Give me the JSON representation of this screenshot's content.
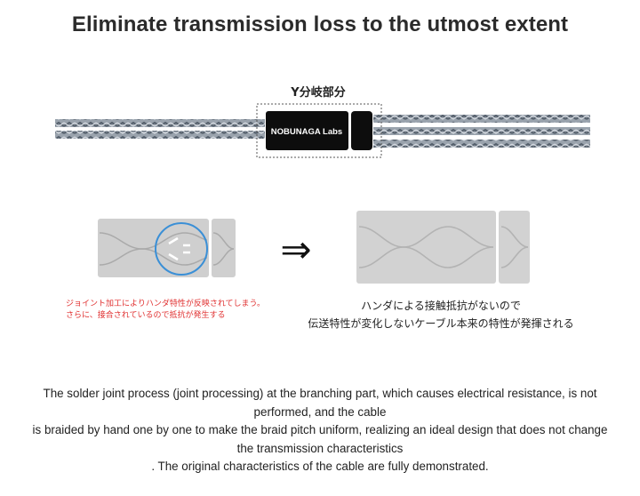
{
  "title": "Eliminate transmission loss to the utmost extent",
  "diagram": {
    "y_split_label": "Y分岐部分",
    "brand_label": "NOBUNAGA Labs",
    "arrow_glyph": "⇒",
    "before_note_line1": "ジョイント加工によりハンダ特性が反映されてしまう。",
    "before_note_line2": "さらに、接合されているので抵抗が発生する",
    "after_note_line1": "ハンダによる接触抵抗がないので",
    "after_note_line2": "伝送特性が変化しないケーブル本来の特性が発揮される",
    "colors": {
      "note_red": "#e03030",
      "circle_blue": "#3a8fd6",
      "cable": "#7c8795",
      "box": "#0d0d0d"
    }
  },
  "caption": {
    "line1": "The solder joint process (joint processing) at the branching part, which causes electrical resistance, is not",
    "line2": "performed, and the cable",
    "line3": "is braided by hand one by one to make the braid pitch uniform, realizing an ideal design that does not change",
    "line4": "the transmission characteristics",
    "line5": ". The original characteristics of the cable are fully demonstrated."
  }
}
